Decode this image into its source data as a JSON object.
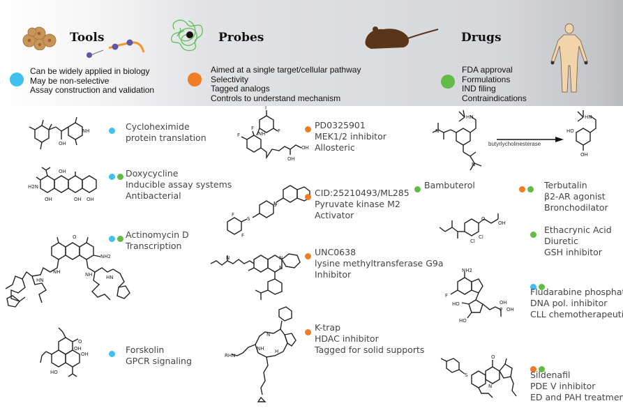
{
  "colors": {
    "tools": "#3fc0ee",
    "probes": "#f07c25",
    "drugs": "#62bb46"
  },
  "header": {
    "tools": {
      "title": "Tools",
      "icons": [
        "cells-icon",
        "protein-chain-icon"
      ],
      "bullets": [
        "Can be widely applied in biology",
        "May be non-selective",
        "Assay construction and validation"
      ]
    },
    "probes": {
      "title": "Probes",
      "icons": [
        "protein-probe-icon",
        "mouse-icon"
      ],
      "bullets": [
        "Aimed at a single target/cellular pathway",
        "Selectivity",
        "Tagged analogs",
        "Controls to understand mechanism"
      ]
    },
    "drugs": {
      "title": "Drugs",
      "icons": [
        "human-figure-icon"
      ],
      "bullets": [
        "FDA approval",
        "Formulations",
        "IND filing",
        "Contraindications"
      ]
    }
  },
  "compounds": {
    "cycloheximide": {
      "categories": [
        "tools"
      ],
      "lines": [
        "Cycloheximide",
        "protein translation"
      ]
    },
    "doxycycline": {
      "categories": [
        "tools",
        "drugs"
      ],
      "lines": [
        "Doxycycline",
        "Inducible assay systems",
        "Antibacterial"
      ]
    },
    "actinomycin": {
      "categories": [
        "tools",
        "drugs"
      ],
      "lines": [
        "Actinomycin D",
        "Transcription"
      ]
    },
    "forskolin": {
      "categories": [
        "tools"
      ],
      "lines": [
        "Forskolin",
        "GPCR signaling"
      ]
    },
    "pd0325901": {
      "categories": [
        "probes"
      ],
      "lines": [
        "PD0325901",
        "MEK1/2 inhibitor",
        "Allosteric"
      ]
    },
    "ml285": {
      "categories": [
        "probes"
      ],
      "lines": [
        "CID:25210493/ML285",
        "Pyruvate kinase M2",
        "Activator"
      ]
    },
    "unc0638": {
      "categories": [
        "probes"
      ],
      "lines": [
        "UNC0638",
        "lysine methyltransferase G9a",
        "Inhibitor"
      ]
    },
    "ktrap": {
      "categories": [
        "probes"
      ],
      "lines": [
        "K-trap",
        "HDAC inhibitor",
        "Tagged for solid supports"
      ]
    },
    "bambuterol": {
      "categories": [
        "drugs"
      ],
      "lines": [
        "Bambuterol"
      ]
    },
    "terbutalin": {
      "categories": [
        "probes",
        "drugs"
      ],
      "lines": [
        "Terbutalin",
        "β2-AR agonist",
        "Bronchodilator"
      ]
    },
    "ethacrynic": {
      "categories": [
        "drugs"
      ],
      "lines": [
        "Ethacrynic Acid",
        "Diuretic",
        "GSH inhibitor"
      ]
    },
    "fludarabine": {
      "categories": [
        "tools",
        "drugs"
      ],
      "lines": [
        "Fludarabine phosphate",
        "DNA pol. inhibitor",
        "CLL chemotherapeutic"
      ]
    },
    "sildenafil": {
      "categories": [
        "probes",
        "drugs"
      ],
      "lines": [
        "Sildenafil",
        "PDE V inhibitor",
        "ED and PAH treatment"
      ]
    }
  },
  "reaction": {
    "enzyme_label": "butyrlycholinesterase"
  },
  "atom_labels": {
    "oh": "OH",
    "ho": "HO",
    "nh": "NH",
    "hn": "HN",
    "h2n": "H2N",
    "nh2": "NH2",
    "f": "F",
    "i": "I",
    "cl": "Cl",
    "n": "N",
    "o": "O",
    "s": "S",
    "p": "P",
    "rhn": "RHN",
    "h": "H"
  }
}
